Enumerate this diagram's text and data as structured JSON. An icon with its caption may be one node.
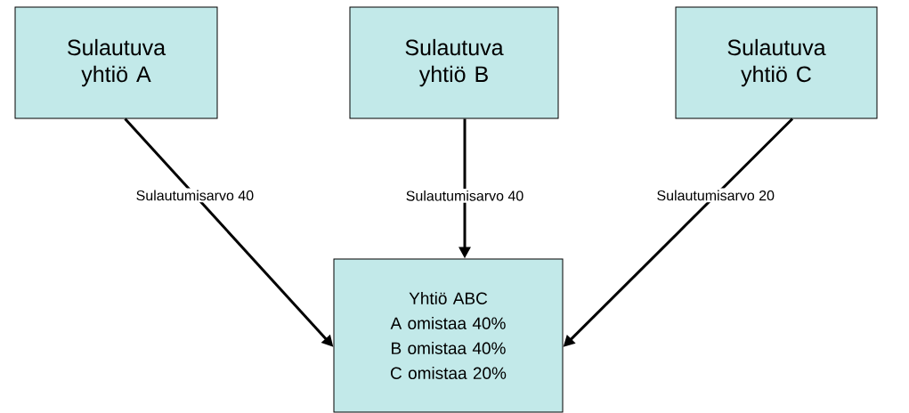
{
  "diagram": {
    "nodes": [
      {
        "text": [
          "Sulautuva yhtiö A"
        ]
      },
      {
        "text": [
          "Sulautuva yhtiö B"
        ]
      },
      {
        "text": [
          "Sulautuva yhtiö C"
        ]
      },
      {
        "text": [
          "Yhtiö ABC",
          "A omistaa 40%",
          "B omistaa 40%",
          "C omistaa 20%"
        ]
      }
    ],
    "edges": [
      {
        "from": 0,
        "to": 3,
        "arrow": "to",
        "label": "Sulautumisarvo 40"
      },
      {
        "from": 1,
        "to": 3,
        "arrow": "to",
        "label": "Sulautumisarvo 40"
      },
      {
        "from": 2,
        "to": 3,
        "arrow": "to",
        "label": "Sulautumisarvo 20"
      }
    ]
  }
}
